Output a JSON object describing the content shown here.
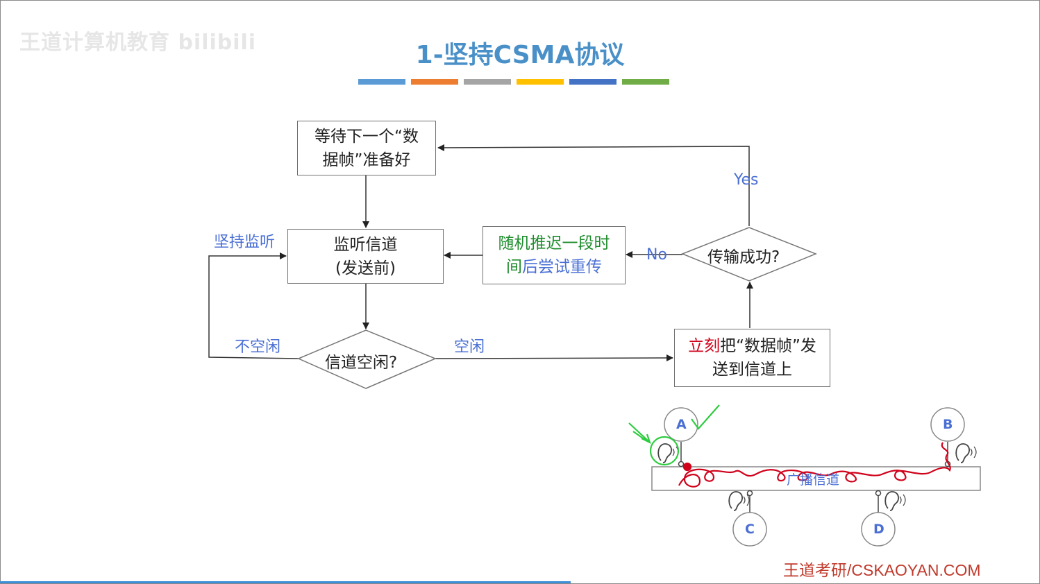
{
  "watermark": "王道计算机教育 bilibili",
  "title": "1-坚持CSMA协议",
  "color_bars": [
    "#5b9bd5",
    "#ed7d31",
    "#a5a5a5",
    "#ffc000",
    "#4472c4",
    "#70ad47"
  ],
  "flow": {
    "wait_box": {
      "line1": "等待下一个“数",
      "line2": "据帧”准备好"
    },
    "listen_box": {
      "line1": "监听信道",
      "line2": "(发送前)"
    },
    "backoff_box": {
      "part1": "随机推迟一段时",
      "part2": "间",
      "part3": "后尝试重传"
    },
    "success_diamond": "传输成功?",
    "idle_diamond": "信道空闲?",
    "send_box": {
      "red_part": "立刻",
      "part2": "把“数据帧”发",
      "line2": "送到信道上"
    },
    "labels": {
      "persist_listen": "坚持监听",
      "not_idle": "不空闲",
      "idle": "空闲",
      "yes": "Yes",
      "no": "No"
    }
  },
  "bus": {
    "channel_label": "广播信道",
    "nodes": [
      "A",
      "B",
      "C",
      "D"
    ]
  },
  "footer": "王道考研/CSKAOYAN.COM"
}
